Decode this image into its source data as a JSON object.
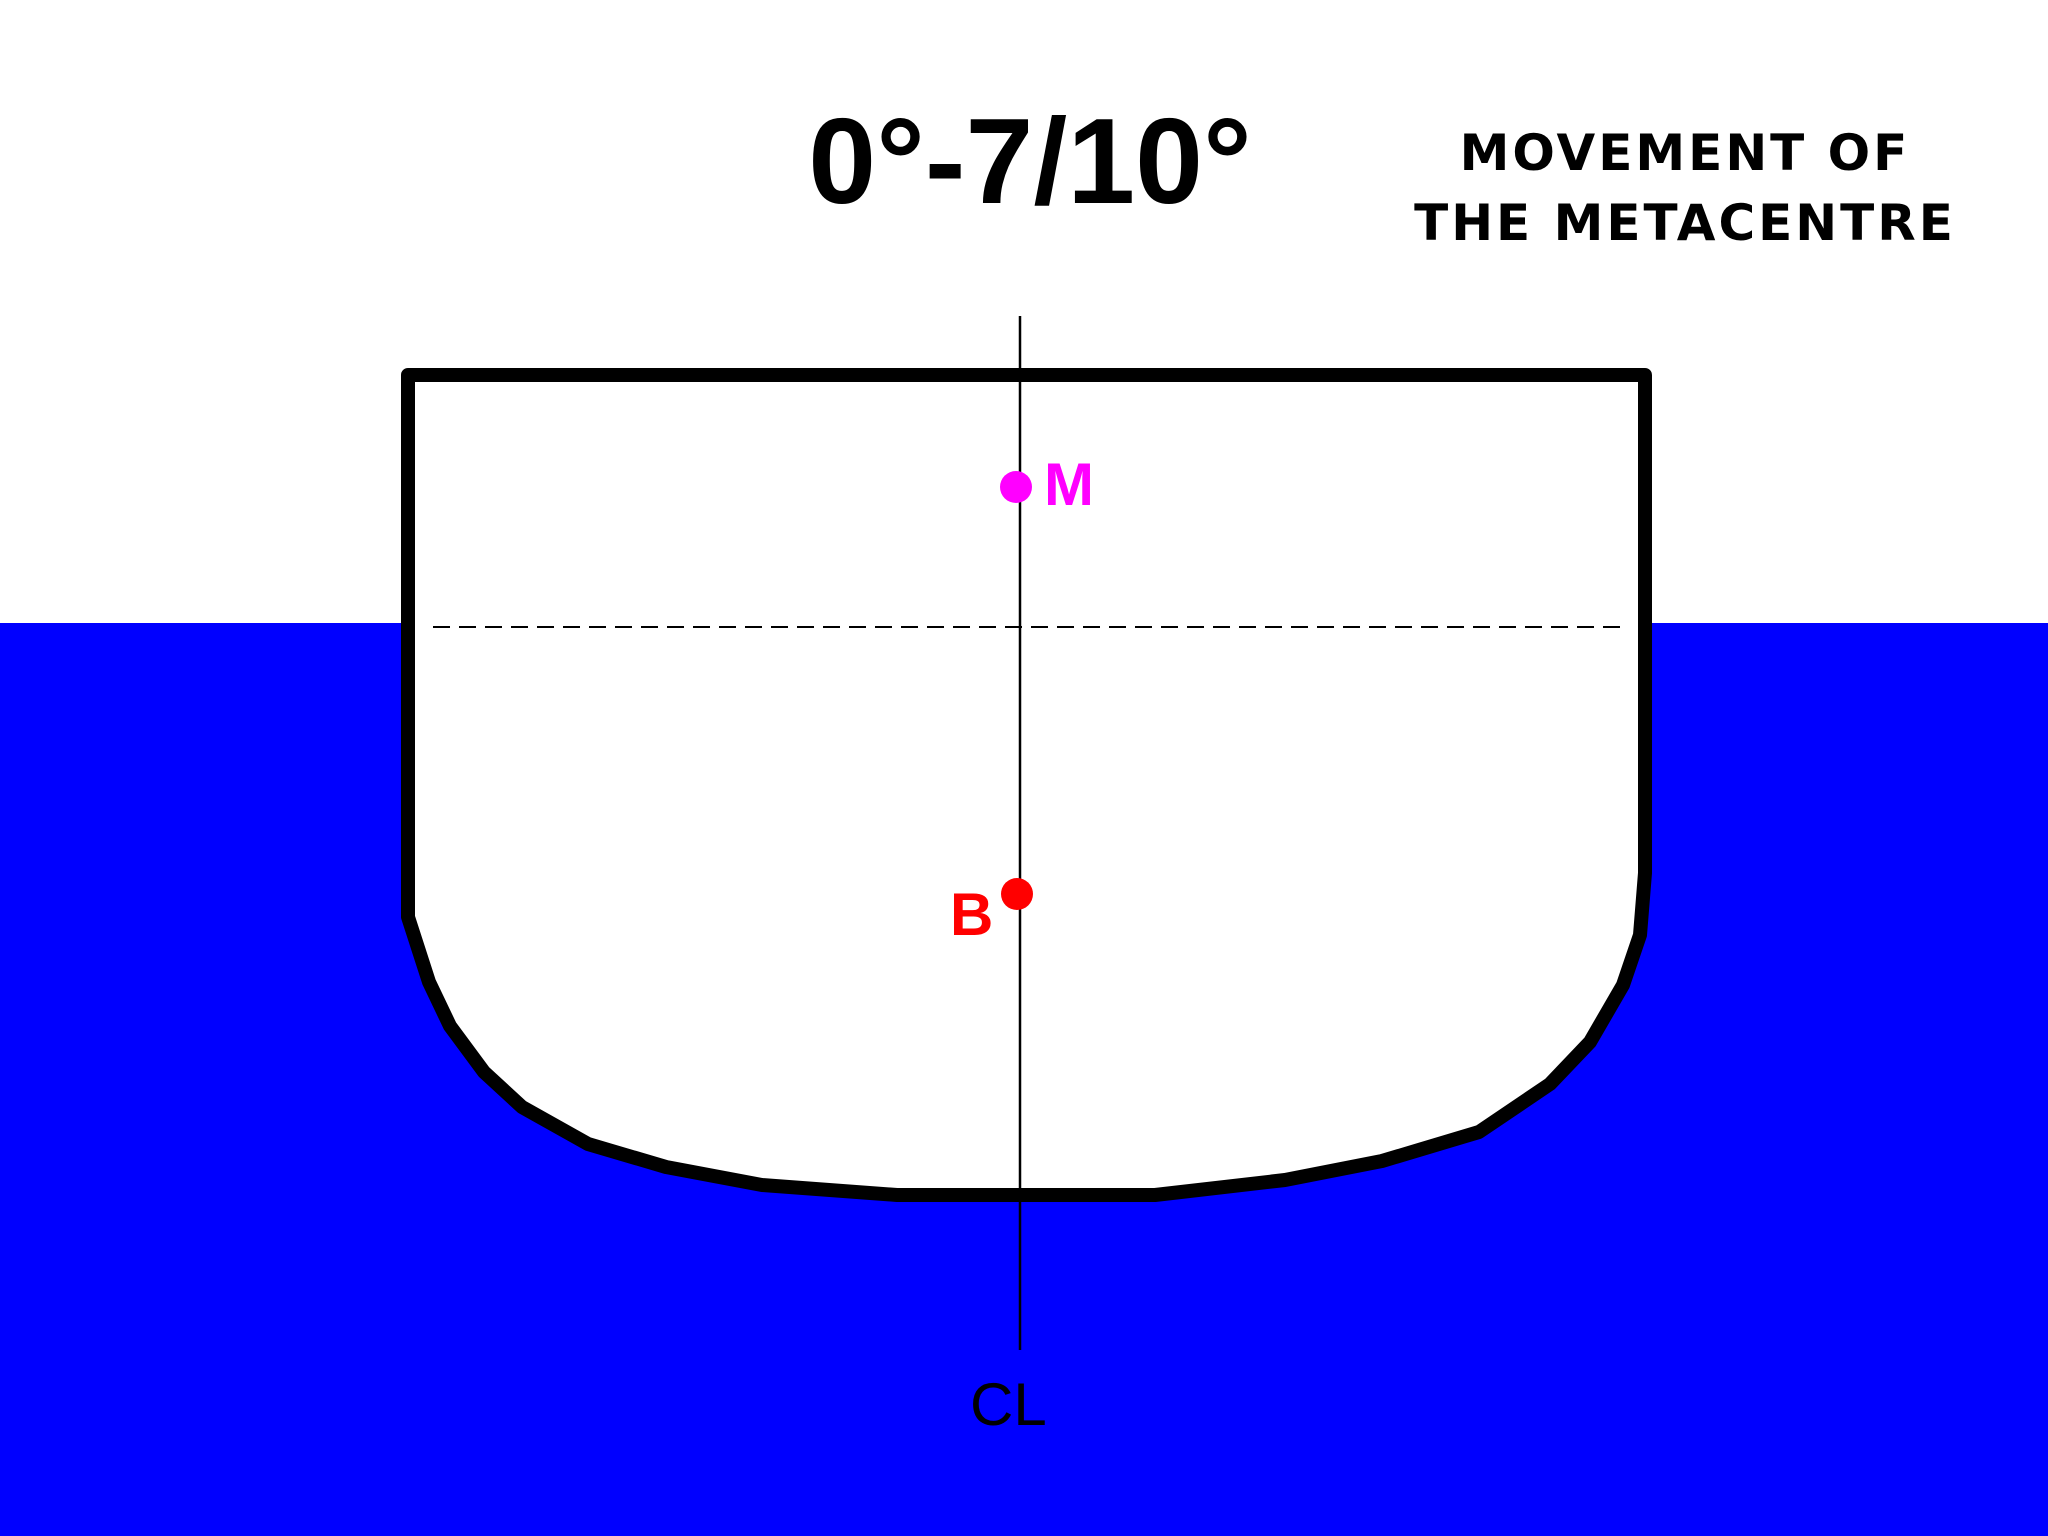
{
  "title": "0°-7/10°",
  "caption": {
    "line1": "MOVEMENT OF",
    "line2": "THE METACENTRE"
  },
  "points": {
    "metacentre_label": "M",
    "buoyancy_label": "B"
  },
  "centreline_label": "CL",
  "colors": {
    "water": "#0000ff",
    "hull_stroke": "#000000",
    "hull_fill": "#ffffff",
    "metacentre": "#ff00ff",
    "buoyancy": "#ff0000"
  }
}
